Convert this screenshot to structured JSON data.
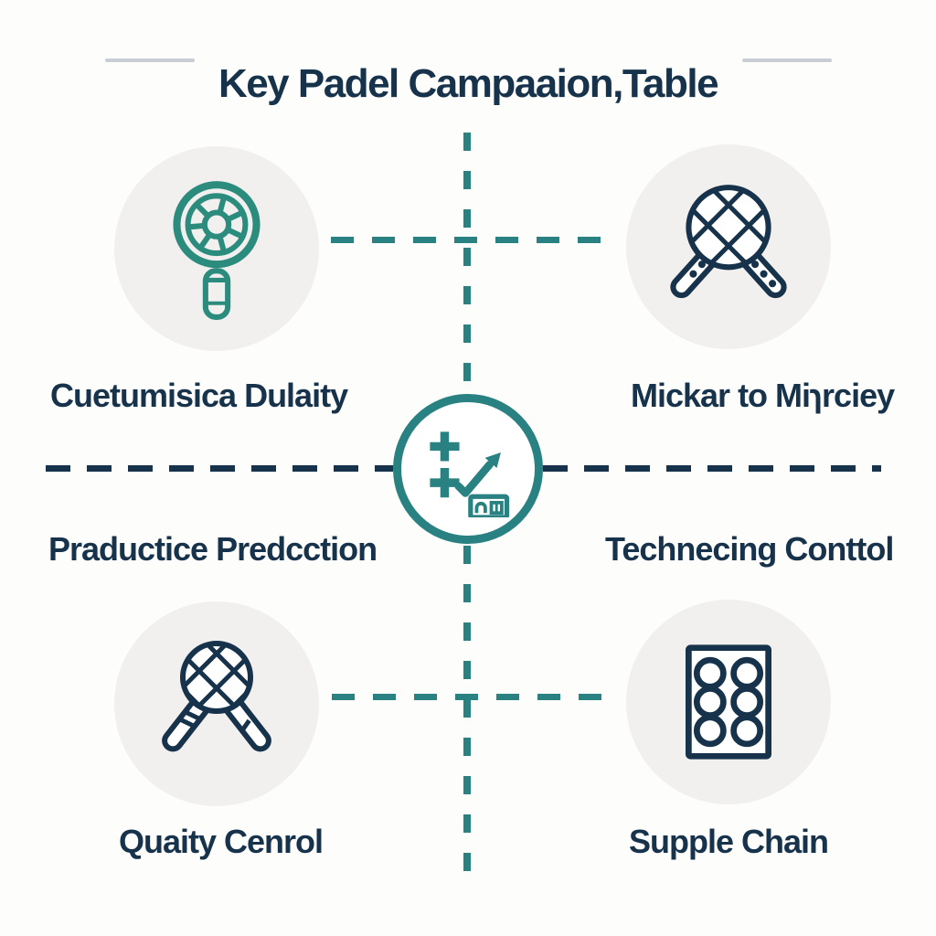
{
  "title": "Key Padel Campaaion,Table",
  "colors": {
    "background": "#fdfdfc",
    "navy": "#17324b",
    "teal": "#2a8181",
    "teal_icon": "#2b8c7e",
    "circle_bg": "#f1f0ee",
    "rule_gray": "#c8ced4"
  },
  "quadrants": [
    {
      "position": "top-left",
      "icon": "padel-racket-face-icon",
      "label": "Cuetumisica Dulaity"
    },
    {
      "position": "top-right",
      "icon": "crossed-padel-rackets-icon",
      "label": "Mickar to Miɿrciey"
    },
    {
      "position": "bottom-left",
      "icon": "crossed-padel-rackets-icon",
      "label": "Quaity Cenrol"
    },
    {
      "position": "bottom-right",
      "icon": "ball-tray-icon",
      "label": "Supple Chain"
    }
  ],
  "section_labels": [
    {
      "position": "middle-left",
      "label": "Praductice Predcction"
    },
    {
      "position": "middle-right",
      "label": "Technecing Conttol"
    }
  ],
  "center_badge": {
    "icon": "planning-growth-chart-icon"
  }
}
